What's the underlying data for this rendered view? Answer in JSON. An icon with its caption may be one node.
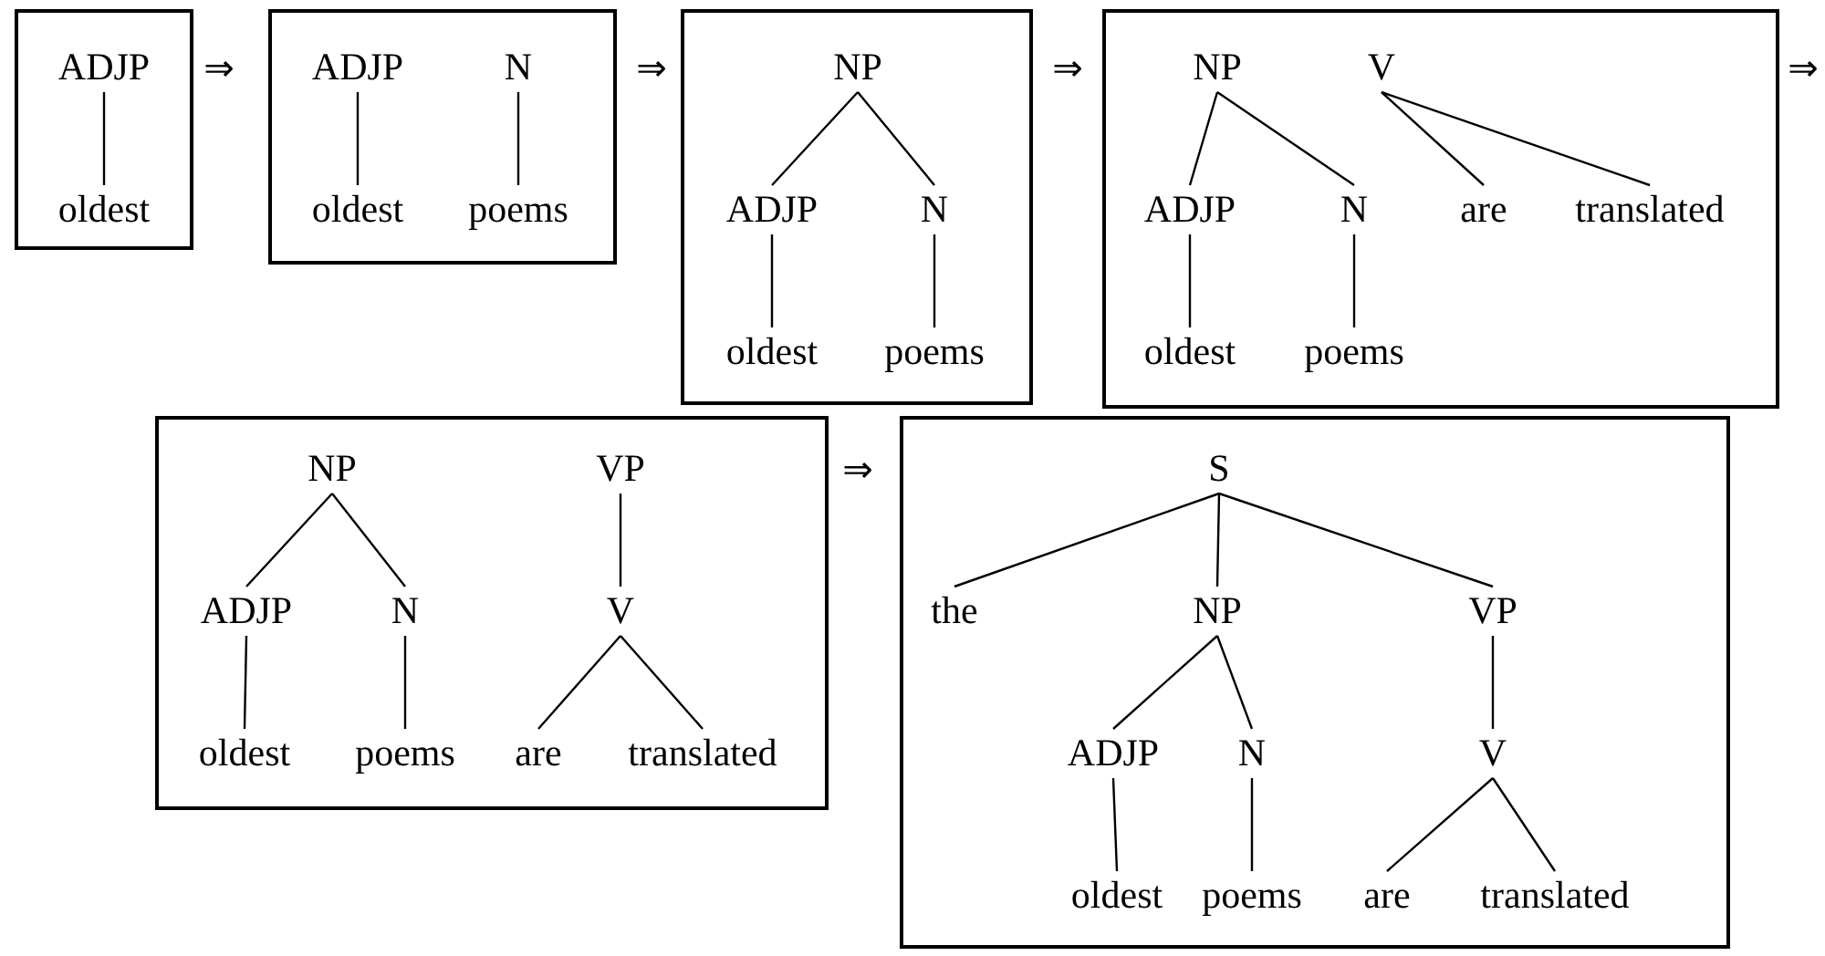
{
  "diagram": {
    "nodes": [
      {
        "text": [],
        "shape": "box"
      },
      {
        "text": [
          "ADJP"
        ],
        "in": 0
      },
      {
        "text": [
          "oldest"
        ],
        "in": 0
      },
      {
        "text": [],
        "shape": "box"
      },
      {
        "text": [
          "ADJP"
        ],
        "in": 3
      },
      {
        "text": [
          "N"
        ],
        "in": 3
      },
      {
        "text": [
          "oldest"
        ],
        "in": 3
      },
      {
        "text": [
          "poems"
        ],
        "in": 3
      },
      {
        "text": [],
        "shape": "box"
      },
      {
        "text": [
          "NP"
        ],
        "in": 8
      },
      {
        "text": [
          "ADJP"
        ],
        "in": 8
      },
      {
        "text": [
          "N"
        ],
        "in": 8
      },
      {
        "text": [
          "oldest"
        ],
        "in": 8
      },
      {
        "text": [
          "poems"
        ],
        "in": 8
      },
      {
        "text": [],
        "shape": "box"
      },
      {
        "text": [
          "NP"
        ],
        "in": 14
      },
      {
        "text": [
          "V"
        ],
        "in": 14
      },
      {
        "text": [
          "ADJP"
        ],
        "in": 14
      },
      {
        "text": [
          "N"
        ],
        "in": 14
      },
      {
        "text": [
          "are"
        ],
        "in": 14
      },
      {
        "text": [
          "translated"
        ],
        "in": 14
      },
      {
        "text": [
          "oldest"
        ],
        "in": 14
      },
      {
        "text": [
          "poems"
        ],
        "in": 14
      },
      {
        "text": [],
        "shape": "box"
      },
      {
        "text": [
          "NP"
        ],
        "in": 23
      },
      {
        "text": [
          "VP"
        ],
        "in": 23
      },
      {
        "text": [
          "ADJP"
        ],
        "in": 23
      },
      {
        "text": [
          "N"
        ],
        "in": 23
      },
      {
        "text": [
          "V"
        ],
        "in": 23
      },
      {
        "text": [
          "oldest"
        ],
        "in": 23
      },
      {
        "text": [
          "poems"
        ],
        "in": 23
      },
      {
        "text": [
          "are"
        ],
        "in": 23
      },
      {
        "text": [
          "translated"
        ],
        "in": 23
      },
      {
        "text": [],
        "shape": "box"
      },
      {
        "text": [
          "S"
        ],
        "in": 33
      },
      {
        "text": [
          "the"
        ],
        "in": 33
      },
      {
        "text": [
          "NP"
        ],
        "in": 33
      },
      {
        "text": [
          "VP"
        ],
        "in": 33
      },
      {
        "text": [
          "ADJP"
        ],
        "in": 33
      },
      {
        "text": [
          "N"
        ],
        "in": 33
      },
      {
        "text": [
          "V"
        ],
        "in": 33
      },
      {
        "text": [
          "oldest"
        ],
        "in": 33
      },
      {
        "text": [
          "poems"
        ],
        "in": 33
      },
      {
        "text": [
          "are"
        ],
        "in": 33
      },
      {
        "text": [
          "translated"
        ],
        "in": 33
      }
    ],
    "edges": [
      {
        "from": 1,
        "to": 2,
        "arrow": "none"
      },
      {
        "from": 4,
        "to": 6,
        "arrow": "none"
      },
      {
        "from": 5,
        "to": 7,
        "arrow": "none"
      },
      {
        "from": 9,
        "to": 10,
        "arrow": "none"
      },
      {
        "from": 9,
        "to": 11,
        "arrow": "none"
      },
      {
        "from": 10,
        "to": 12,
        "arrow": "none"
      },
      {
        "from": 11,
        "to": 13,
        "arrow": "none"
      },
      {
        "from": 15,
        "to": 17,
        "arrow": "none"
      },
      {
        "from": 15,
        "to": 18,
        "arrow": "none"
      },
      {
        "from": 16,
        "to": 19,
        "arrow": "none"
      },
      {
        "from": 16,
        "to": 20,
        "arrow": "none"
      },
      {
        "from": 17,
        "to": 21,
        "arrow": "none"
      },
      {
        "from": 18,
        "to": 22,
        "arrow": "none"
      },
      {
        "from": 24,
        "to": 26,
        "arrow": "none"
      },
      {
        "from": 24,
        "to": 27,
        "arrow": "none"
      },
      {
        "from": 25,
        "to": 28,
        "arrow": "none"
      },
      {
        "from": 26,
        "to": 29,
        "arrow": "none"
      },
      {
        "from": 27,
        "to": 30,
        "arrow": "none"
      },
      {
        "from": 28,
        "to": 31,
        "arrow": "none"
      },
      {
        "from": 28,
        "to": 32,
        "arrow": "none"
      },
      {
        "from": 34,
        "to": 35,
        "arrow": "none"
      },
      {
        "from": 34,
        "to": 36,
        "arrow": "none"
      },
      {
        "from": 34,
        "to": 37,
        "arrow": "none"
      },
      {
        "from": 36,
        "to": 38,
        "arrow": "none"
      },
      {
        "from": 36,
        "to": 39,
        "arrow": "none"
      },
      {
        "from": 37,
        "to": 40,
        "arrow": "none"
      },
      {
        "from": 38,
        "to": 41,
        "arrow": "none"
      },
      {
        "from": 39,
        "to": 42,
        "arrow": "none"
      },
      {
        "from": 40,
        "to": 43,
        "arrow": "none"
      },
      {
        "from": 40,
        "to": 44,
        "arrow": "none"
      }
    ],
    "labels": [
      "⇒",
      "⇒",
      "⇒",
      "⇒",
      "⇒"
    ]
  }
}
